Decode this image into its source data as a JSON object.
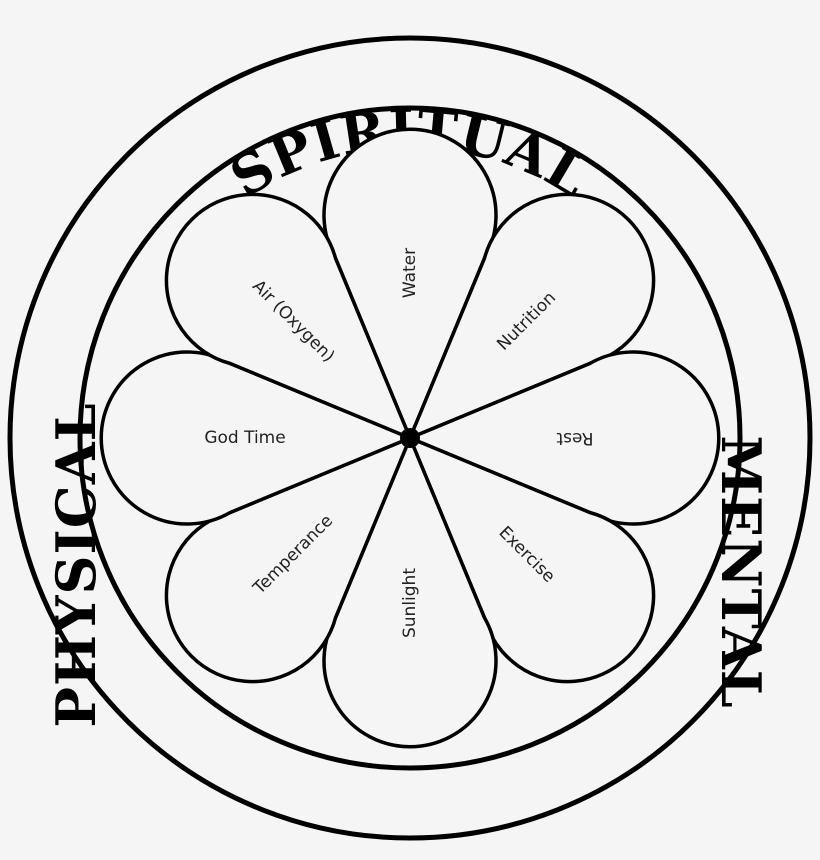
{
  "rings": {
    "top": "SPIRITUAL",
    "left": "PHYSICAL",
    "right": "MENTAL"
  },
  "petals": [
    {
      "label": "Water"
    },
    {
      "label": "Nutrition"
    },
    {
      "label": "Rest"
    },
    {
      "label": "Exercise"
    },
    {
      "label": "Sunlight"
    },
    {
      "label": "Temperance"
    },
    {
      "label": "God Time"
    },
    {
      "label": "Air (Oxygen)"
    }
  ],
  "colors": {
    "background": "#f5f5f5",
    "line": "#000000"
  }
}
